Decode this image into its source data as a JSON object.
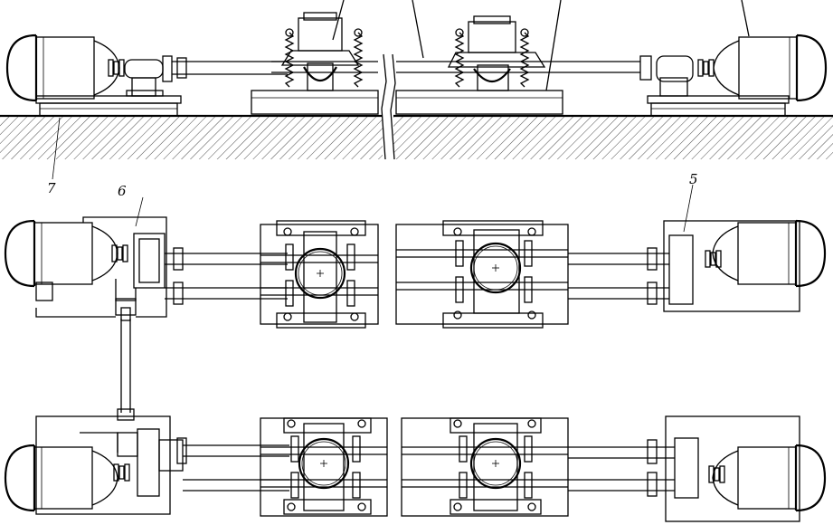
{
  "labels": {
    "part_7": "7",
    "part_6": "6",
    "part_5": "5"
  },
  "colors": {
    "ink": "#000000",
    "paper": "#ffffff"
  }
}
